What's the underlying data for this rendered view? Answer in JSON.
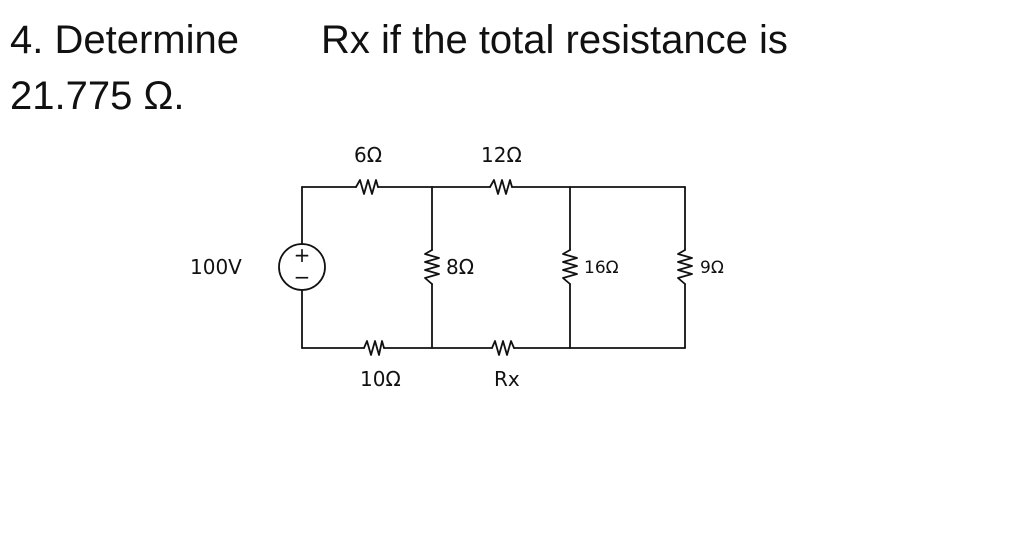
{
  "question": {
    "part1": "4. Determine",
    "part2": "Rx if the total resistance is",
    "part3": "21.775 Ω."
  },
  "circuit": {
    "source": {
      "label": "100V",
      "plus": "+",
      "minus": "−"
    },
    "resistors": {
      "r6": {
        "label": "6Ω"
      },
      "r12": {
        "label": "12Ω"
      },
      "r8": {
        "label": "8Ω"
      },
      "r16": {
        "label": "16Ω"
      },
      "r9": {
        "label": "9Ω"
      },
      "r10": {
        "label": "10Ω"
      },
      "rx": {
        "label": "Rx"
      }
    }
  }
}
